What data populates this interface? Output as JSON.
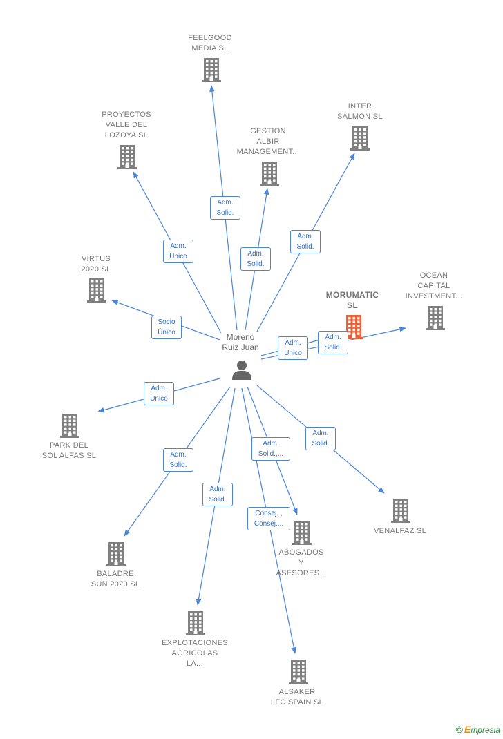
{
  "center": {
    "lines": [
      "Moreno",
      "Ruiz Juan"
    ]
  },
  "nodes": [
    {
      "id": "feelgood",
      "lines": [
        "FEELGOOD",
        "MEDIA  SL"
      ],
      "color": "#808080"
    },
    {
      "id": "proyectos",
      "lines": [
        "PROYECTOS",
        "VALLE DEL",
        "LOZOYA  SL"
      ],
      "color": "#808080"
    },
    {
      "id": "gestion",
      "lines": [
        "GESTION",
        "ALBIR",
        "MANAGEMENT..."
      ],
      "color": "#808080"
    },
    {
      "id": "inter",
      "lines": [
        "INTER",
        "SALMON  SL"
      ],
      "color": "#808080"
    },
    {
      "id": "virtus",
      "lines": [
        "VIRTUS",
        "2020  SL"
      ],
      "color": "#808080"
    },
    {
      "id": "morumatic",
      "lines": [
        "MORUMATIC",
        "SL"
      ],
      "color": "#e8623a"
    },
    {
      "id": "ocean",
      "lines": [
        "OCEAN",
        "CAPITAL",
        "INVESTMENT..."
      ],
      "color": "#808080"
    },
    {
      "id": "park",
      "lines": [
        "PARK DEL",
        "SOL ALFAS  SL"
      ],
      "color": "#808080"
    },
    {
      "id": "venalfaz",
      "lines": [
        "VENALFAZ  SL"
      ],
      "color": "#808080"
    },
    {
      "id": "abogados",
      "lines": [
        "ABOGADOS",
        "Y",
        "ASESORES..."
      ],
      "color": "#808080"
    },
    {
      "id": "baladre",
      "lines": [
        "BALADRE",
        "SUN 2020  SL"
      ],
      "color": "#808080"
    },
    {
      "id": "explotaciones",
      "lines": [
        "EXPLOTACIONES",
        "AGRICOLAS",
        "LA..."
      ],
      "color": "#808080"
    },
    {
      "id": "alsaker",
      "lines": [
        "ALSAKER",
        "LFC SPAIN  SL"
      ],
      "color": "#808080"
    }
  ],
  "edges": [
    {
      "target": "feelgood",
      "label": [
        "Adm.",
        "Solid."
      ]
    },
    {
      "target": "proyectos",
      "label": [
        "Adm.",
        "Unico"
      ]
    },
    {
      "target": "gestion",
      "label": [
        "Adm.",
        "Solid."
      ]
    },
    {
      "target": "inter",
      "label": [
        "Adm.",
        "Solid."
      ]
    },
    {
      "target": "virtus",
      "label": [
        "Socio",
        "Único"
      ]
    },
    {
      "target": "morumatic",
      "label": [
        "Adm.",
        "Unico"
      ]
    },
    {
      "target": "ocean",
      "label": [
        "Adm.",
        "Solid."
      ]
    },
    {
      "target": "park",
      "label": [
        "Adm.",
        "Unico"
      ]
    },
    {
      "target": "venalfaz",
      "label": [
        "Adm.",
        "Solid."
      ]
    },
    {
      "target": "abogados",
      "label": [
        "Adm.",
        "Solid.,..."
      ]
    },
    {
      "target": "baladre",
      "label": [
        "Adm.",
        "Solid."
      ]
    },
    {
      "target": "explotaciones",
      "label": [
        "Adm.",
        "Solid."
      ]
    },
    {
      "target": "alsaker",
      "label": [
        "Consej. ,",
        "Consej...."
      ]
    }
  ],
  "colors": {
    "edge": "#4a86d8",
    "building": "#808080",
    "focus": "#e8623a",
    "person": "#666666"
  },
  "icons": {
    "company": "building-icon",
    "person": "person-icon"
  },
  "logo": {
    "copyright": "©",
    "brand_initial": "E",
    "brand_rest": "mpresia"
  }
}
